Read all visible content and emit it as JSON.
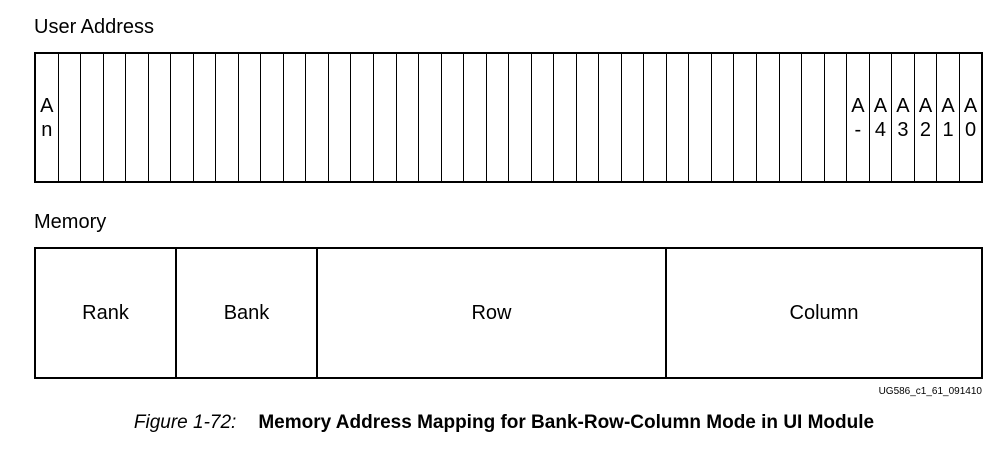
{
  "user_address": {
    "label": "User Address",
    "cells": [
      {
        "line1": "A",
        "line2": "n"
      },
      {},
      {},
      {},
      {},
      {},
      {},
      {},
      {},
      {},
      {},
      {},
      {},
      {},
      {},
      {},
      {},
      {},
      {},
      {},
      {},
      {},
      {},
      {},
      {},
      {},
      {},
      {},
      {},
      {},
      {},
      {},
      {},
      {},
      {},
      {},
      {
        "line1": "A",
        "line2": "-"
      },
      {
        "line1": "A",
        "line2": "4"
      },
      {
        "line1": "A",
        "line2": "3"
      },
      {
        "line1": "A",
        "line2": "2"
      },
      {
        "line1": "A",
        "line2": "1"
      },
      {
        "line1": "A",
        "line2": "0"
      }
    ]
  },
  "memory": {
    "label": "Memory",
    "fields": [
      "Rank",
      "Bank",
      "Row",
      "Column"
    ]
  },
  "reference_id": "UG586_c1_61_091410",
  "caption": {
    "number": "Figure 1-72:",
    "title": "Memory Address Mapping for Bank-Row-Column Mode in UI Module"
  }
}
